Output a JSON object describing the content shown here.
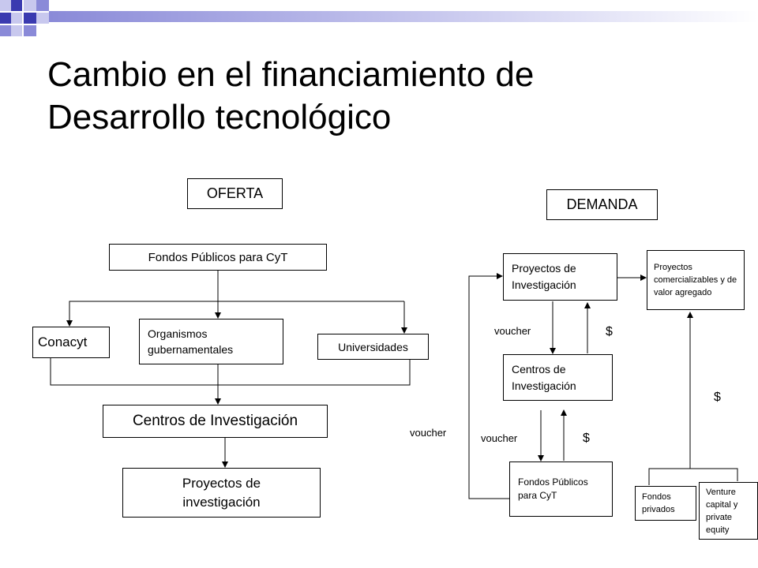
{
  "slide": {
    "title_line1": "Cambio en el financiamiento de",
    "title_line2": "Desarrollo tecnológico"
  },
  "oferta": {
    "heading": "OFERTA",
    "fondos": "Fondos Públicos para CyT",
    "conacyt": "Conacyt",
    "organismos": "Organismos gubernamentales",
    "universidades": "Universidades",
    "centros": "Centros de Investigación",
    "proyectos": "Proyectos de investigación"
  },
  "demanda": {
    "heading": "DEMANDA",
    "proyectos_inv": "Proyectos de Investigación",
    "centros_inv": "Centros de Investigación",
    "fondos_publicos": "Fondos Públicos para CyT",
    "proyectos_com": "Proyectos comercializables y de valor agregado",
    "fondos_privados": "Fondos privados",
    "venture": "Venture capital y private equity",
    "label_voucher_1": "voucher",
    "label_dollar_1": "$",
    "label_voucher_2": "voucher",
    "label_dollar_2": "$",
    "label_voucher_outer": "voucher",
    "label_dollar_right": "$"
  },
  "colors": {
    "decor_dark": "#3a3ab0",
    "decor_mid": "#8a8ad8",
    "decor_light": "#c8c8ee"
  }
}
